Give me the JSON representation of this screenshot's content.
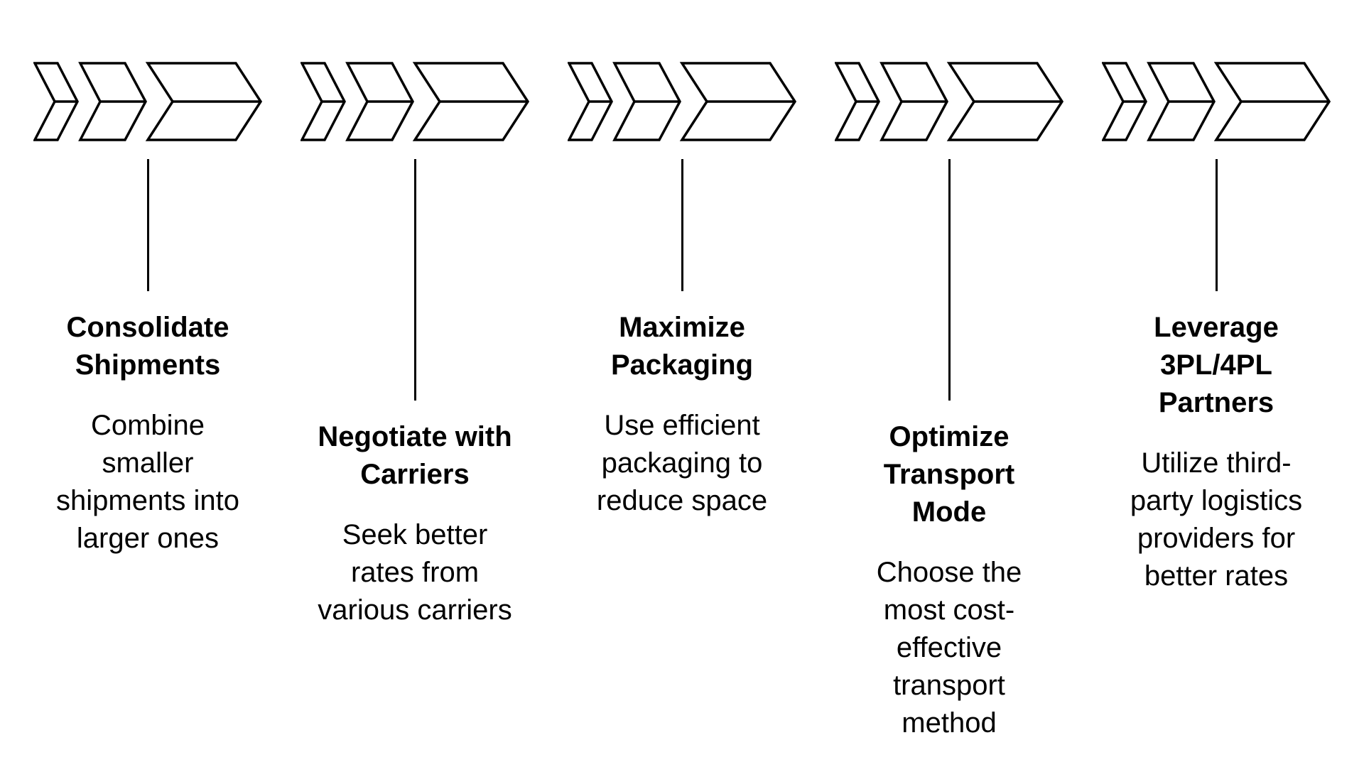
{
  "diagram": {
    "kind": "process-chevron-diagram",
    "background_color": "#ffffff",
    "stroke_color": "#000000",
    "text_color": "#000000",
    "icon": "triple-chevron-right",
    "steps": [
      {
        "title": "Consolidate\nShipments",
        "description": "Combine\nsmaller\nshipments into\nlarger ones"
      },
      {
        "title": "Negotiate with\nCarriers",
        "description": "Seek better\nrates from\nvarious carriers"
      },
      {
        "title": "Maximize\nPackaging",
        "description": "Use efficient\npackaging to\nreduce space"
      },
      {
        "title": "Optimize\nTransport\nMode",
        "description": "Choose the\nmost cost-\neffective\ntransport\nmethod"
      },
      {
        "title": "Leverage\n3PL/4PL\nPartners",
        "description": "Utilize third-\nparty logistics\nproviders for\nbetter rates"
      }
    ]
  }
}
